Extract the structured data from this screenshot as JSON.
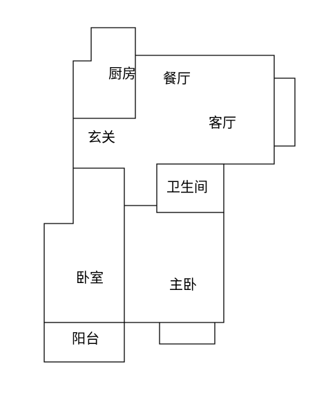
{
  "rooms": {
    "kitchen": "厨房",
    "dining": "餐厅",
    "living": "客厅",
    "entrance": "玄关",
    "bathroom": "卫生间",
    "bedroom": "卧室",
    "master_bedroom": "主卧",
    "balcony": "阳台"
  }
}
